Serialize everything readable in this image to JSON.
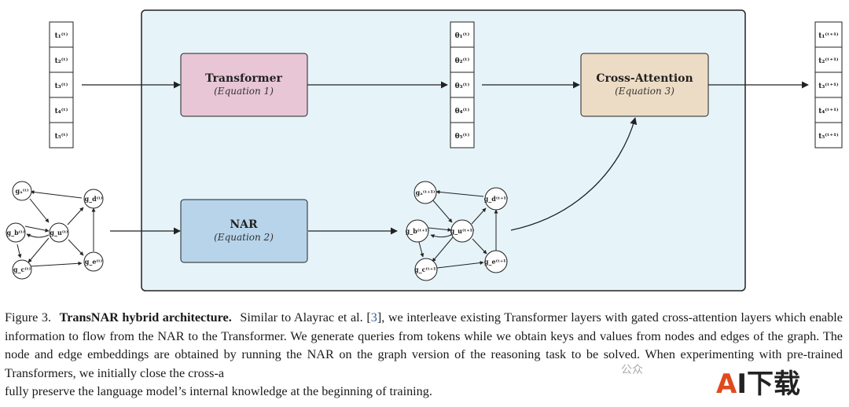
{
  "boxes": {
    "transformer": {
      "title": "Transformer",
      "sub": "(Equation 1)",
      "fill": "#e8c6d6"
    },
    "nar": {
      "title": "NAR",
      "sub": "(Equation 2)",
      "fill": "#b7d4ea"
    },
    "cross_attention": {
      "title": "Cross-Attention",
      "sub": "(Equation 3)",
      "fill": "#eddcc5"
    }
  },
  "panel_fill": "#e6f4f9",
  "token_inputs": [
    "t₁⁽ᵗ⁾",
    "t₂⁽ᵗ⁾",
    "t₃⁽ᵗ⁾",
    "t₄⁽ᵗ⁾",
    "t₅⁽ᵗ⁾"
  ],
  "theta_outputs": [
    "θ₁⁽ᵗ⁾",
    "θ₂⁽ᵗ⁾",
    "θ₃⁽ᵗ⁾",
    "θ₄⁽ᵗ⁾",
    "θ₅⁽ᵗ⁾"
  ],
  "token_outputs": [
    "t₁⁽ᵗ⁺¹⁾",
    "t₂⁽ᵗ⁺¹⁾",
    "t₃⁽ᵗ⁺¹⁾",
    "t₄⁽ᵗ⁺¹⁾",
    "t₅⁽ᵗ⁺¹⁾"
  ],
  "graph_in_nodes": {
    "a": "gₐ⁽ᵗ⁾",
    "b": "g_b⁽ᵗ⁾",
    "c": "g_c⁽ᵗ⁾",
    "d": "g_d⁽ᵗ⁾",
    "e": "g_e⁽ᵗ⁾",
    "u": "g_u⁽ᵗ⁾"
  },
  "graph_out_nodes": {
    "a": "gₐ⁽ᵗ⁺¹⁾",
    "b": "g_b⁽ᵗ⁺¹⁾",
    "c": "g_c⁽ᵗ⁺¹⁾",
    "d": "g_d⁽ᵗ⁺¹⁾",
    "e": "g_e⁽ᵗ⁺¹⁾",
    "u": "g_u⁽ᵗ⁺¹⁾"
  },
  "caption": {
    "fig_num": "Figure 3.",
    "fig_title": "TransNAR hybrid architecture.",
    "text_before_ref": "Similar to Alayrac et al. [",
    "ref": "3",
    "text_after_ref": "], we interleave existing Transformer layers with gated cross-attention layers which enable information to flow from the NAR to the Transformer. We generate queries from tokens while we obtain keys and values from nodes and edges of the graph. The node and edge embeddings are obtained by running the NAR on the graph version of the reasoning task to be solved. When experimenting with pre-trained Transformers, we initially close the cross-a",
    "text_last_line": "fully preserve the language model’s internal knowledge at the beginning of training."
  },
  "watermark": {
    "a": "A",
    "rest": "I下载",
    "small": "公众"
  }
}
